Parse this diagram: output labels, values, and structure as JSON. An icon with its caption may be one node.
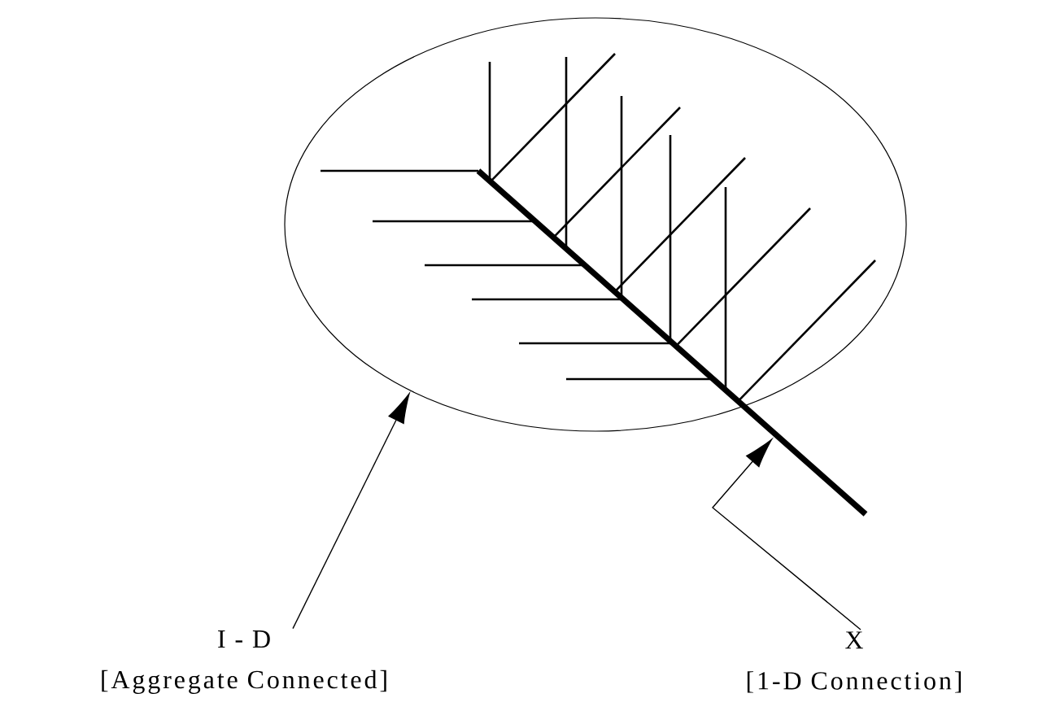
{
  "diagram": {
    "nodes": [
      {
        "text": [],
        "shape": "ellipse"
      },
      {
        "text": [],
        "shape": "line"
      },
      {
        "text": [
          "I - D",
          "[Aggregate Connected]"
        ]
      },
      {
        "text": [
          "X",
          "[1-D Connection]"
        ]
      }
    ],
    "edges": [
      {
        "from": 2,
        "to": 0,
        "arrow": "to"
      },
      {
        "from": 3,
        "to": 1,
        "arrow": "to"
      }
    ]
  }
}
